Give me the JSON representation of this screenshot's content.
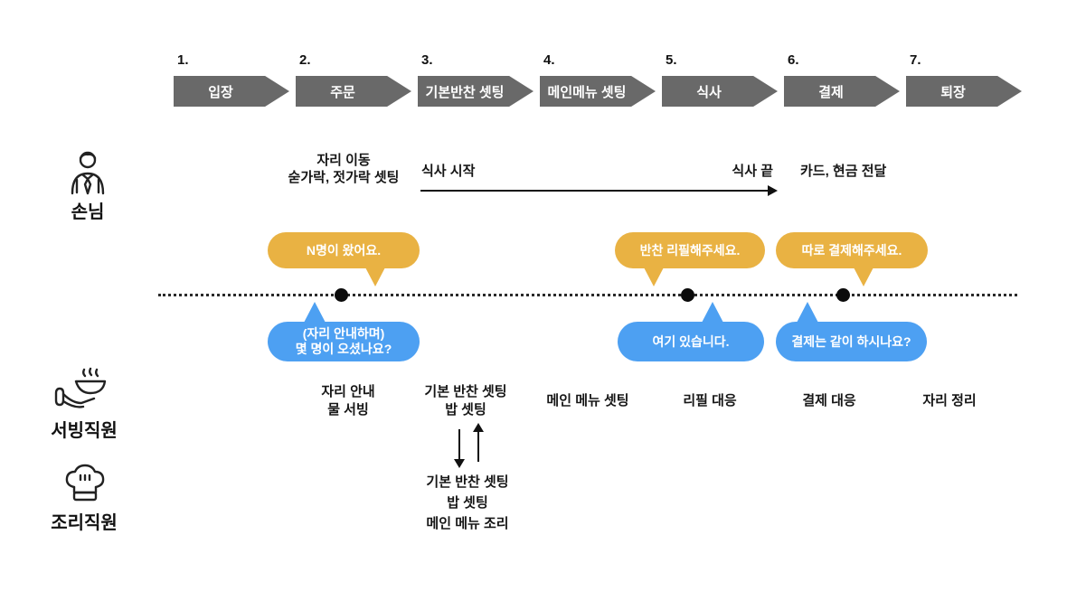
{
  "title": "Restaurant service flow diagram (Korean)",
  "colors": {
    "step_arrow_gray": "#696969",
    "customer_bubble_yellow": "#e9b243",
    "staff_bubble_blue": "#4da0f2",
    "text_dark": "#1b1b1b",
    "background": "#ffffff"
  },
  "steps": [
    {
      "num": "1.",
      "label": "입장"
    },
    {
      "num": "2.",
      "label": "주문"
    },
    {
      "num": "3.",
      "label": "기본반찬 셋팅"
    },
    {
      "num": "4.",
      "label": "메인메뉴 셋팅"
    },
    {
      "num": "5.",
      "label": "식사"
    },
    {
      "num": "6.",
      "label": "결제"
    },
    {
      "num": "7.",
      "label": "퇴장"
    }
  ],
  "actors": {
    "customer": {
      "label": "손님",
      "icon": "person-with-tie-icon"
    },
    "server": {
      "label": "서빙직원",
      "icon": "serving-hand-bowl-icon"
    },
    "cook": {
      "label": "조리직원",
      "icon": "chef-hat-icon"
    }
  },
  "customer_actions": {
    "seat_move": "자리 이동\n숟가락, 젓가락 셋팅",
    "meal_start": "식사 시작",
    "meal_end": "식사 끝",
    "payment_handover": "카드, 현금 전달"
  },
  "bubbles": {
    "customer": [
      {
        "text": "N명이 왔어요."
      },
      {
        "text": "반찬 리필해주세요."
      },
      {
        "text": "따로 결제해주세요."
      }
    ],
    "staff": [
      {
        "text": "(자리 안내하며)\n몇 명이 오셨나요?"
      },
      {
        "text": "여기 있습니다."
      },
      {
        "text": "결제는 같이 하시나요?"
      }
    ]
  },
  "server_tasks": [
    {
      "text": "자리 안내\n물 서빙"
    },
    {
      "text": "기본 반찬 셋팅\n밥 셋팅"
    },
    {
      "text": "메인 메뉴 셋팅"
    },
    {
      "text": "리필 대응"
    },
    {
      "text": "결제 대응"
    },
    {
      "text": "자리 정리"
    }
  ],
  "cook_tasks": "기본 반찬 셋팅\n밥 셋팅\n메인 메뉴 조리"
}
